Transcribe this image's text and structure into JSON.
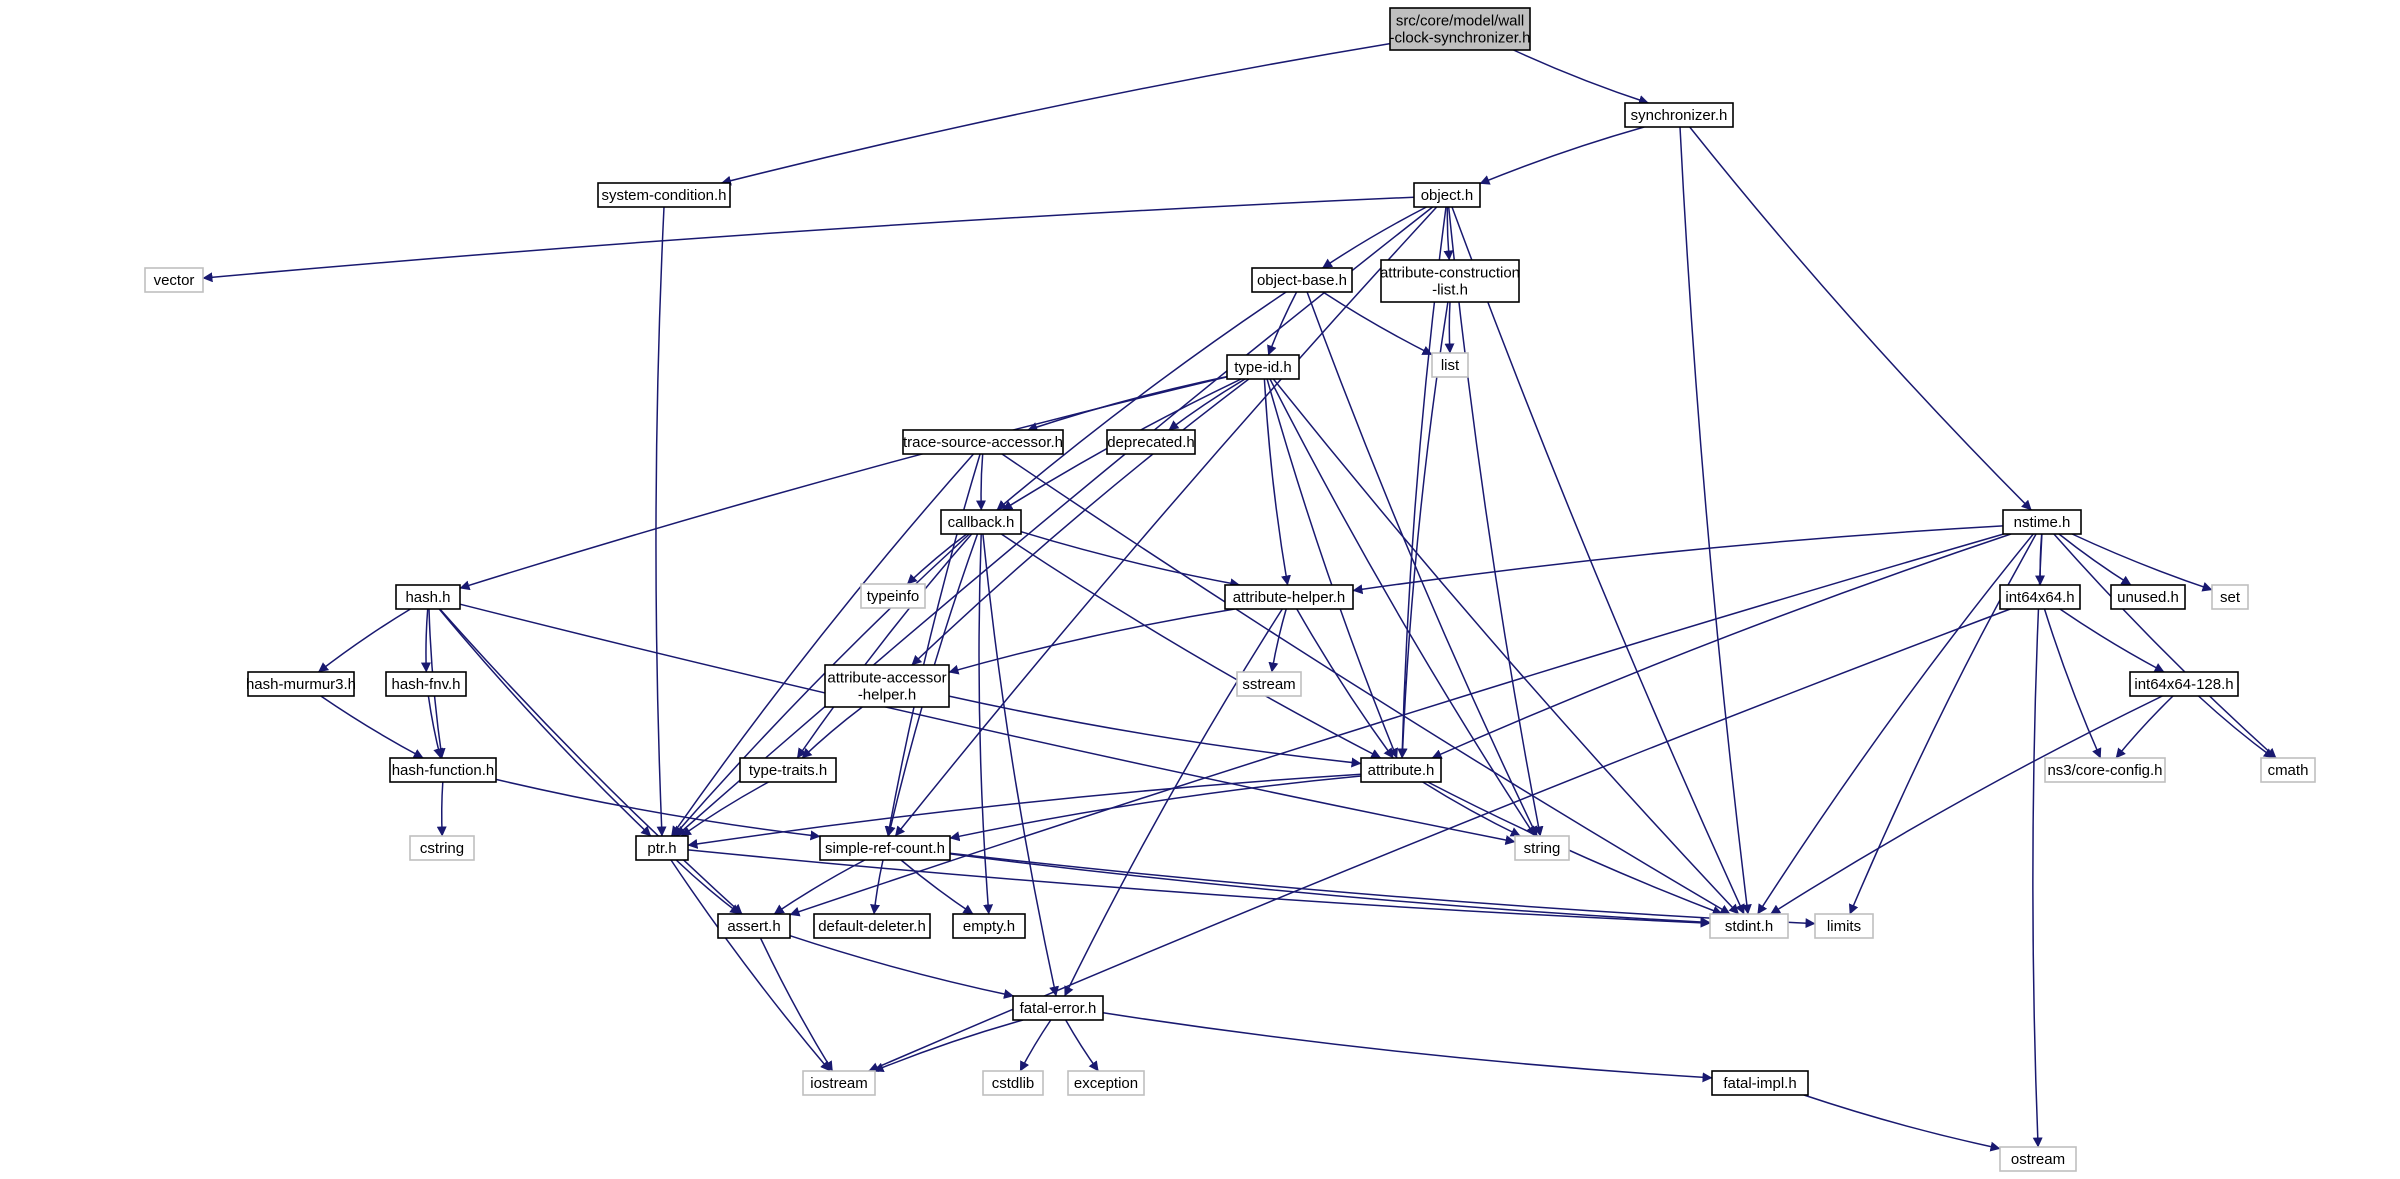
{
  "colors": {
    "edge": "#191970",
    "node_border": "#000000",
    "sys_border": "#bfbfbf",
    "root_fill": "#bfbfbf",
    "node_fill": "#ffffff"
  },
  "nodes": [
    {
      "id": "root",
      "lines": [
        "src/core/model/wall",
        "-clock-synchronizer.h"
      ],
      "kind": "root"
    },
    {
      "id": "synchronizer",
      "lines": [
        "synchronizer.h"
      ],
      "kind": "file"
    },
    {
      "id": "system_condition",
      "lines": [
        "system-condition.h"
      ],
      "kind": "file"
    },
    {
      "id": "object",
      "lines": [
        "object.h"
      ],
      "kind": "file"
    },
    {
      "id": "nstime",
      "lines": [
        "nstime.h"
      ],
      "kind": "file"
    },
    {
      "id": "vector",
      "lines": [
        "vector"
      ],
      "kind": "sys"
    },
    {
      "id": "object_base",
      "lines": [
        "object-base.h"
      ],
      "kind": "file"
    },
    {
      "id": "attr_construction",
      "lines": [
        "attribute-construction",
        "-list.h"
      ],
      "kind": "file"
    },
    {
      "id": "list",
      "lines": [
        "list"
      ],
      "kind": "sys"
    },
    {
      "id": "type_id",
      "lines": [
        "type-id.h"
      ],
      "kind": "file"
    },
    {
      "id": "trace_source",
      "lines": [
        "trace-source-accessor.h"
      ],
      "kind": "file"
    },
    {
      "id": "deprecated",
      "lines": [
        "deprecated.h"
      ],
      "kind": "file"
    },
    {
      "id": "callback",
      "lines": [
        "callback.h"
      ],
      "kind": "file"
    },
    {
      "id": "typeinfo",
      "lines": [
        "typeinfo"
      ],
      "kind": "sys"
    },
    {
      "id": "attribute_helper",
      "lines": [
        "attribute-helper.h"
      ],
      "kind": "file"
    },
    {
      "id": "sstream",
      "lines": [
        "sstream"
      ],
      "kind": "sys"
    },
    {
      "id": "hash",
      "lines": [
        "hash.h"
      ],
      "kind": "file"
    },
    {
      "id": "hash_murmur3",
      "lines": [
        "hash-murmur3.h"
      ],
      "kind": "file"
    },
    {
      "id": "hash_fnv",
      "lines": [
        "hash-fnv.h"
      ],
      "kind": "file"
    },
    {
      "id": "hash_function",
      "lines": [
        "hash-function.h"
      ],
      "kind": "file"
    },
    {
      "id": "cstring",
      "lines": [
        "cstring"
      ],
      "kind": "sys"
    },
    {
      "id": "attr_accessor",
      "lines": [
        "attribute-accessor",
        "-helper.h"
      ],
      "kind": "file"
    },
    {
      "id": "type_traits",
      "lines": [
        "type-traits.h"
      ],
      "kind": "file"
    },
    {
      "id": "attribute",
      "lines": [
        "attribute.h"
      ],
      "kind": "file"
    },
    {
      "id": "string",
      "lines": [
        "string"
      ],
      "kind": "sys"
    },
    {
      "id": "ptr",
      "lines": [
        "ptr.h"
      ],
      "kind": "file"
    },
    {
      "id": "simple_ref",
      "lines": [
        "simple-ref-count.h"
      ],
      "kind": "file"
    },
    {
      "id": "assert",
      "lines": [
        "assert.h"
      ],
      "kind": "file"
    },
    {
      "id": "default_deleter",
      "lines": [
        "default-deleter.h"
      ],
      "kind": "file"
    },
    {
      "id": "empty",
      "lines": [
        "empty.h"
      ],
      "kind": "file"
    },
    {
      "id": "stdint",
      "lines": [
        "stdint.h"
      ],
      "kind": "sys"
    },
    {
      "id": "limits",
      "lines": [
        "limits"
      ],
      "kind": "sys"
    },
    {
      "id": "fatal_error",
      "lines": [
        "fatal-error.h"
      ],
      "kind": "file"
    },
    {
      "id": "iostream",
      "lines": [
        "iostream"
      ],
      "kind": "sys"
    },
    {
      "id": "cstdlib",
      "lines": [
        "cstdlib"
      ],
      "kind": "sys"
    },
    {
      "id": "exception",
      "lines": [
        "exception"
      ],
      "kind": "sys"
    },
    {
      "id": "fatal_impl",
      "lines": [
        "fatal-impl.h"
      ],
      "kind": "file"
    },
    {
      "id": "ostream",
      "lines": [
        "ostream"
      ],
      "kind": "sys"
    },
    {
      "id": "int64x64",
      "lines": [
        "int64x64.h"
      ],
      "kind": "file"
    },
    {
      "id": "unused",
      "lines": [
        "unused.h"
      ],
      "kind": "file"
    },
    {
      "id": "set",
      "lines": [
        "set"
      ],
      "kind": "sys"
    },
    {
      "id": "int64x64_128",
      "lines": [
        "int64x64-128.h"
      ],
      "kind": "file"
    },
    {
      "id": "core_config",
      "lines": [
        "ns3/core-config.h"
      ],
      "kind": "sys"
    },
    {
      "id": "cmath",
      "lines": [
        "cmath"
      ],
      "kind": "sys"
    }
  ],
  "edges": [
    [
      "root",
      "system_condition"
    ],
    [
      "root",
      "synchronizer"
    ],
    [
      "synchronizer",
      "object"
    ],
    [
      "synchronizer",
      "nstime"
    ],
    [
      "synchronizer",
      "stdint"
    ],
    [
      "system_condition",
      "ptr"
    ],
    [
      "object",
      "vector"
    ],
    [
      "object",
      "object_base"
    ],
    [
      "object",
      "attr_construction"
    ],
    [
      "object",
      "ptr"
    ],
    [
      "object",
      "string"
    ],
    [
      "object",
      "stdint"
    ],
    [
      "object",
      "attribute"
    ],
    [
      "object",
      "simple_ref"
    ],
    [
      "object_base",
      "type_id"
    ],
    [
      "object_base",
      "list"
    ],
    [
      "object_base",
      "string"
    ],
    [
      "object_base",
      "callback"
    ],
    [
      "attr_construction",
      "list"
    ],
    [
      "attr_construction",
      "attribute"
    ],
    [
      "type_id",
      "trace_source"
    ],
    [
      "type_id",
      "deprecated"
    ],
    [
      "type_id",
      "callback"
    ],
    [
      "type_id",
      "attribute_helper"
    ],
    [
      "type_id",
      "attribute"
    ],
    [
      "type_id",
      "string"
    ],
    [
      "type_id",
      "stdint"
    ],
    [
      "type_id",
      "hash"
    ],
    [
      "type_id",
      "attr_accessor"
    ],
    [
      "trace_source",
      "callback"
    ],
    [
      "trace_source",
      "ptr"
    ],
    [
      "trace_source",
      "simple_ref"
    ],
    [
      "trace_source",
      "stdint"
    ],
    [
      "callback",
      "typeinfo"
    ],
    [
      "callback",
      "attribute_helper"
    ],
    [
      "callback",
      "type_traits"
    ],
    [
      "callback",
      "ptr"
    ],
    [
      "callback",
      "simple_ref"
    ],
    [
      "callback",
      "empty"
    ],
    [
      "callback",
      "fatal_error"
    ],
    [
      "callback",
      "attribute"
    ],
    [
      "attribute_helper",
      "attr_accessor"
    ],
    [
      "attribute_helper",
      "sstream"
    ],
    [
      "attribute_helper",
      "attribute"
    ],
    [
      "attribute_helper",
      "fatal_error"
    ],
    [
      "hash",
      "hash_murmur3"
    ],
    [
      "hash",
      "hash_fnv"
    ],
    [
      "hash",
      "hash_function"
    ],
    [
      "hash",
      "string"
    ],
    [
      "hash",
      "assert"
    ],
    [
      "hash",
      "ptr"
    ],
    [
      "hash_murmur3",
      "hash_function"
    ],
    [
      "hash_fnv",
      "hash_function"
    ],
    [
      "hash_function",
      "cstring"
    ],
    [
      "hash_function",
      "simple_ref"
    ],
    [
      "attr_accessor",
      "type_traits"
    ],
    [
      "attr_accessor",
      "attribute"
    ],
    [
      "type_traits",
      "ptr"
    ],
    [
      "attribute",
      "string"
    ],
    [
      "attribute",
      "ptr"
    ],
    [
      "attribute",
      "simple_ref"
    ],
    [
      "attribute",
      "stdint"
    ],
    [
      "ptr",
      "assert"
    ],
    [
      "ptr",
      "iostream"
    ],
    [
      "ptr",
      "stdint"
    ],
    [
      "simple_ref",
      "assert"
    ],
    [
      "simple_ref",
      "default_deleter"
    ],
    [
      "simple_ref",
      "empty"
    ],
    [
      "simple_ref",
      "stdint"
    ],
    [
      "simple_ref",
      "limits"
    ],
    [
      "assert",
      "iostream"
    ],
    [
      "assert",
      "fatal_error"
    ],
    [
      "fatal_error",
      "iostream"
    ],
    [
      "fatal_error",
      "cstdlib"
    ],
    [
      "fatal_error",
      "exception"
    ],
    [
      "fatal_error",
      "fatal_impl"
    ],
    [
      "fatal_impl",
      "ostream"
    ],
    [
      "nstime",
      "attribute_helper"
    ],
    [
      "nstime",
      "attribute"
    ],
    [
      "nstime",
      "int64x64"
    ],
    [
      "nstime",
      "unused"
    ],
    [
      "nstime",
      "set"
    ],
    [
      "nstime",
      "cmath"
    ],
    [
      "nstime",
      "limits"
    ],
    [
      "nstime",
      "ostream"
    ],
    [
      "nstime",
      "stdint"
    ],
    [
      "nstime",
      "assert"
    ],
    [
      "int64x64",
      "int64x64_128"
    ],
    [
      "int64x64",
      "core_config"
    ],
    [
      "int64x64",
      "iostream"
    ],
    [
      "int64x64_128",
      "core_config"
    ],
    [
      "int64x64_128",
      "cmath"
    ],
    [
      "int64x64_128",
      "stdint"
    ]
  ]
}
